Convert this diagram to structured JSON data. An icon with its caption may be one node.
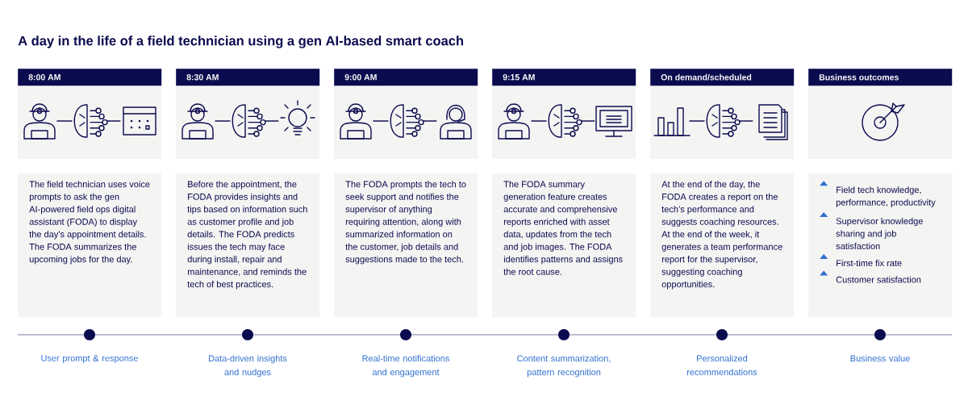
{
  "diagram": {
    "title": "A day in the life of a field technician using a gen AI-based smart coach",
    "nodes": [
      {
        "text": [
          "8:00 AM"
        ]
      },
      {
        "text": [
          "The field technician uses voice prompts to ask the gen AI-powered field ops digital assistant (FODA) to display the day’s appointment details. The FODA summarizes the upcoming jobs for the day."
        ]
      },
      {
        "text": [
          "8:30 AM"
        ]
      },
      {
        "text": [
          "Before the appointment, the FODA provides insights and tips based on information such as customer profile and job details. The FODA predicts issues the tech may face during install, repair and maintenance, and reminds the tech of best practices."
        ]
      },
      {
        "text": [
          "9:00 AM"
        ]
      },
      {
        "text": [
          "The FODA prompts the tech to seek support and notifies the supervisor of anything requiring attention, along with summarized information on the customer, job details and suggestions made to the tech."
        ]
      },
      {
        "text": [
          "9:15 AM"
        ]
      },
      {
        "text": [
          "The FODA summary generation feature creates accurate and comprehensive reports enriched with asset data, updates from the tech and job images. The FODA identifies patterns and assigns the root cause."
        ]
      },
      {
        "text": [
          "On demand/scheduled"
        ]
      },
      {
        "text": [
          "At the end of the day, the FODA creates a report on the tech’s performance and suggests coaching resources. At the end of the week, it generates a team performance report for the supervisor, suggesting coaching opportunities."
        ]
      },
      {
        "text": [
          "Business outcomes"
        ]
      },
      {
        "text": [
          "Field tech knowledge, performance, productivity",
          "Supervisor knowledge sharing and job satisfaction",
          "First-time fix rate",
          "Customer satisfaction"
        ]
      }
    ],
    "labels": [
      "User prompt & response",
      "Data-driven insights and nudges",
      "Real-time notifications and engagement",
      "Content summarization, pattern recognition",
      "Personalized recommendations",
      "Business value"
    ]
  }
}
